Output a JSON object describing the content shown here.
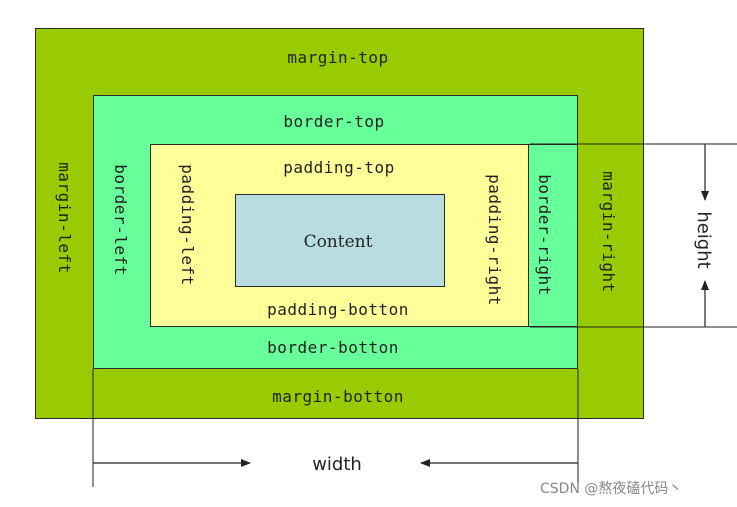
{
  "labels": {
    "margin_top": "margin-top",
    "margin_left": "margin-left",
    "margin_right": "margin-right",
    "margin_bottom": "margin-botton",
    "border_top": "border-top",
    "border_left": "border-left",
    "border_right": "border-right",
    "border_bottom": "border-botton",
    "padding_top": "padding-top",
    "padding_left": "padding-left",
    "padding_right": "padding-right",
    "padding_bottom": "padding-botton",
    "content": "Content",
    "width": "width",
    "height": "height"
  },
  "watermark": "CSDN @熬夜磕代码丶",
  "colors": {
    "margin": "#99cc00",
    "border": "#66ff99",
    "padding": "#ffff99",
    "content": "#b8dde0",
    "outline": "#2a2a2a"
  }
}
